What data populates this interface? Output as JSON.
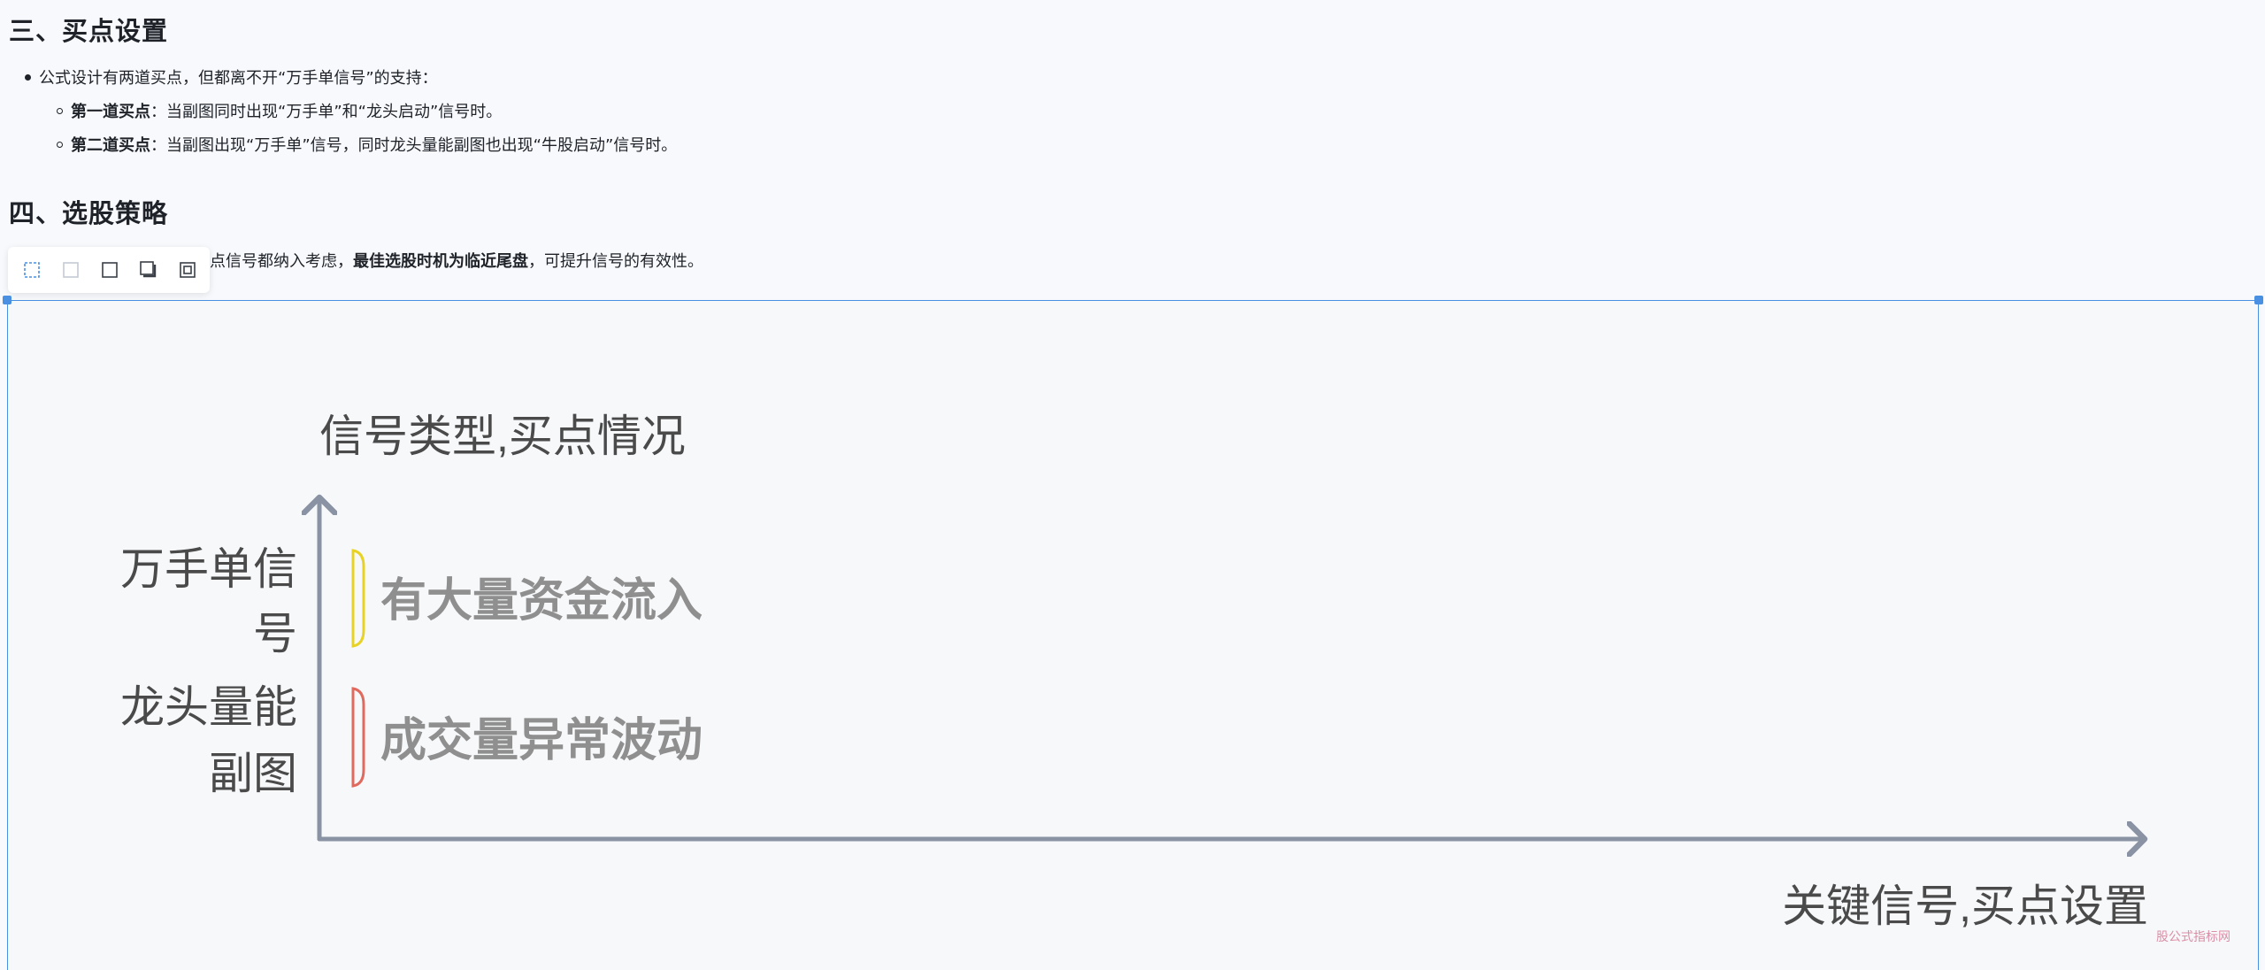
{
  "section3": {
    "heading": "三、买点设置",
    "intro": "公式设计有两道买点，但都离不开“万手单信号”的支持：",
    "items": [
      {
        "label": "第一道买点",
        "text": "：当副图同时出现“万手单”和“龙头启动”信号时。"
      },
      {
        "label": "第二道买点",
        "text": "：当副图出现“万手单”信号，同时龙头量能副图也出现“牛股启动”信号时。"
      }
    ]
  },
  "section4": {
    "heading": "四、选股策略",
    "line_visible_start": "点信号都纳入考虑，",
    "line_bold": "最佳选股时机为临近尾盘",
    "line_end": "，可提升信号的有效性。"
  },
  "toolbar": {
    "icons": [
      "select-dashed-icon",
      "frame-light-icon",
      "frame-icon",
      "shadow-frame-icon",
      "inset-frame-icon"
    ]
  },
  "diagram": {
    "y_axis_title": "信号类型,买点情况",
    "x_axis_title": "关键信号,买点设置",
    "row1_label_line1": "万手单信",
    "row1_label_line2": "号",
    "row2_label_line1": "龙头量能",
    "row2_label_line2": "副图",
    "item1_text": "有大量资金流入",
    "item2_text": "成交量异常波动",
    "item1_color": "#e8d324",
    "item2_color": "#e06a5e",
    "axis_color": "#8a93a3"
  },
  "watermark": "股公式指标网"
}
